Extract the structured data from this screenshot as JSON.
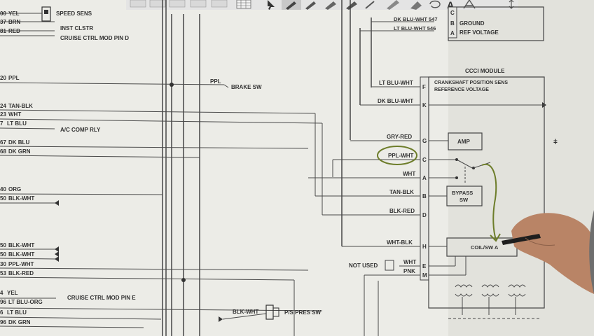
{
  "toolbar": {
    "buttons": [
      "table-icon",
      "pointer-icon",
      "pen-icon",
      "pen-icon",
      "highlighter-icon",
      "marker-icon",
      "laser-icon",
      "ruler-icon",
      "text-icon",
      "move-icon"
    ],
    "text_tool_label": "A"
  },
  "left_wires": [
    {
      "num": "00",
      "label": "YEL",
      "tag": "SPEED SENS"
    },
    {
      "num": "37",
      "label": "BRN"
    },
    {
      "num": "",
      "label": "",
      "tag": "INST CLSTR"
    },
    {
      "num": "81",
      "label": "RED",
      "tag": "CRUISE CTRL MOD PIN D"
    },
    {
      "num": "20",
      "label": "PPL"
    },
    {
      "num": "24",
      "label": "TAN-BLK"
    },
    {
      "num": "23",
      "label": "WHT"
    },
    {
      "num": "7",
      "label": "LT BLU",
      "tag": "A/C COMP RLY"
    },
    {
      "num": "67",
      "label": "DK BLU"
    },
    {
      "num": "68",
      "label": "DK GRN"
    },
    {
      "num": "40",
      "label": "ORG"
    },
    {
      "num": "50",
      "label": "BLK-WHT"
    },
    {
      "num": "50",
      "label": "BLK-WHT"
    },
    {
      "num": "50",
      "label": "BLK-WHT"
    },
    {
      "num": "30",
      "label": "PPL-WHT"
    },
    {
      "num": "53",
      "label": "BLK-RED"
    },
    {
      "num": "4",
      "label": "YEL"
    },
    {
      "num": "96",
      "label": "LT BLU-ORG",
      "tag": "CRUISE CTRL MOD PIN E"
    },
    {
      "num": "6",
      "label": "LT BLU"
    },
    {
      "num": "96",
      "label": "DK GRN"
    }
  ],
  "brake_switch": {
    "wire": "PPL",
    "label": "BRAKE SW"
  },
  "pressure_switch": {
    "wire": "BLK-WHT",
    "label": "P/S PRES SW"
  },
  "top_connector": {
    "wires": [
      "DK BLU-WHT 547",
      "LT BLU-WHT 546"
    ],
    "pins": [
      "C",
      "B",
      "A"
    ],
    "labels": [
      "GROUND",
      "REF VOLTAGE"
    ]
  },
  "module": {
    "title": "CCCI MODULE",
    "crank_label": "CRANKSHAFT POSITION SENS REFERENCE VOLTAGE",
    "amp_label": "AMP",
    "bypass_label": "BYPASS SW",
    "coil_label": "COIL/SW A"
  },
  "pins": [
    {
      "pin": "F",
      "wire": "LT BLU-WHT"
    },
    {
      "pin": "K",
      "wire": "DK BLU-WHT"
    },
    {
      "pin": "G",
      "wire": "GRY-RED"
    },
    {
      "pin": "C",
      "wire": "PPL-WHT"
    },
    {
      "pin": "A",
      "wire": "WHT"
    },
    {
      "pin": "B",
      "wire": "TAN-BLK"
    },
    {
      "pin": "D",
      "wire": "BLK-RED"
    },
    {
      "pin": "H",
      "wire": "WHT-BLK"
    },
    {
      "pin": "E",
      "wire": "WHT"
    },
    {
      "pin": "M",
      "wire": "PNK"
    }
  ],
  "not_used": "NOT USED",
  "highlight_color": "#6d7d2a"
}
